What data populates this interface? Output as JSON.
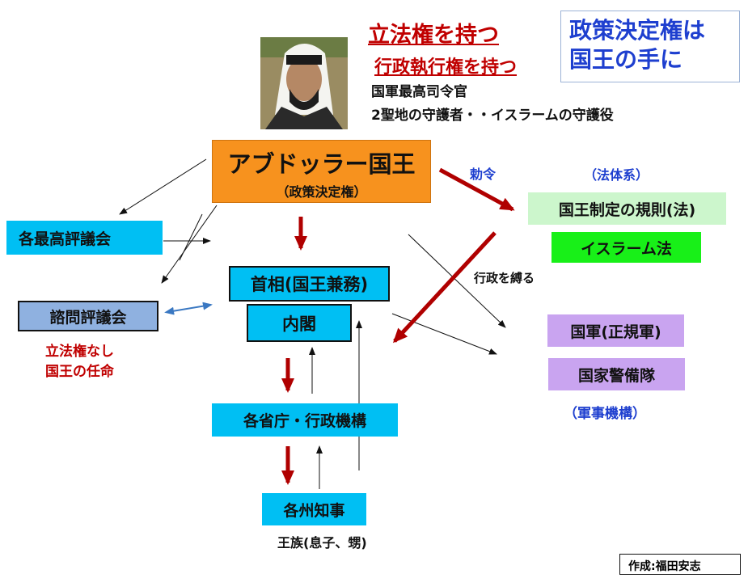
{
  "header": {
    "legislative": "立法権を持つ",
    "executive": "行政執行権を持つ",
    "commander": "国軍最高司令官",
    "guardian": "2聖地の守護者・・イスラームの守護役"
  },
  "policy_note": {
    "line1": "政策決定権は",
    "line2": "国王の手に"
  },
  "king": {
    "name": "アブドッラー国王",
    "sub": "（政策決定権）"
  },
  "labels": {
    "decree": "勅令",
    "law_system": "（法体系）",
    "binds": "行政を縛る",
    "military_system": "（軍事機構）"
  },
  "law": {
    "royal_rules": "国王制定の規則(法)",
    "islamic_law": "イスラーム法"
  },
  "councils": {
    "supreme": "各最高評議会",
    "advisory": "諮問評議会",
    "advisory_note1": "立法権なし",
    "advisory_note2": "国王の任命"
  },
  "government": {
    "pm": "首相(国王兼務)",
    "cabinet": "内閣",
    "ministries": "各省庁・行政機構",
    "governors": "各州知事",
    "governors_note": "王族(息子、甥)"
  },
  "military": {
    "army": "国軍(正規軍)",
    "guard": "国家警備隊"
  },
  "credit": "作成:福田安志",
  "colors": {
    "orange": "#f7921e",
    "cyan": "#00bff3",
    "green": "#18f018",
    "pale_green": "#ccf6cc",
    "lavender": "#c9a4f0",
    "steel": "#8fb1e0",
    "red_title": "#c00000",
    "blue": "#1e3fcf",
    "arrow_red": "#b00000"
  }
}
